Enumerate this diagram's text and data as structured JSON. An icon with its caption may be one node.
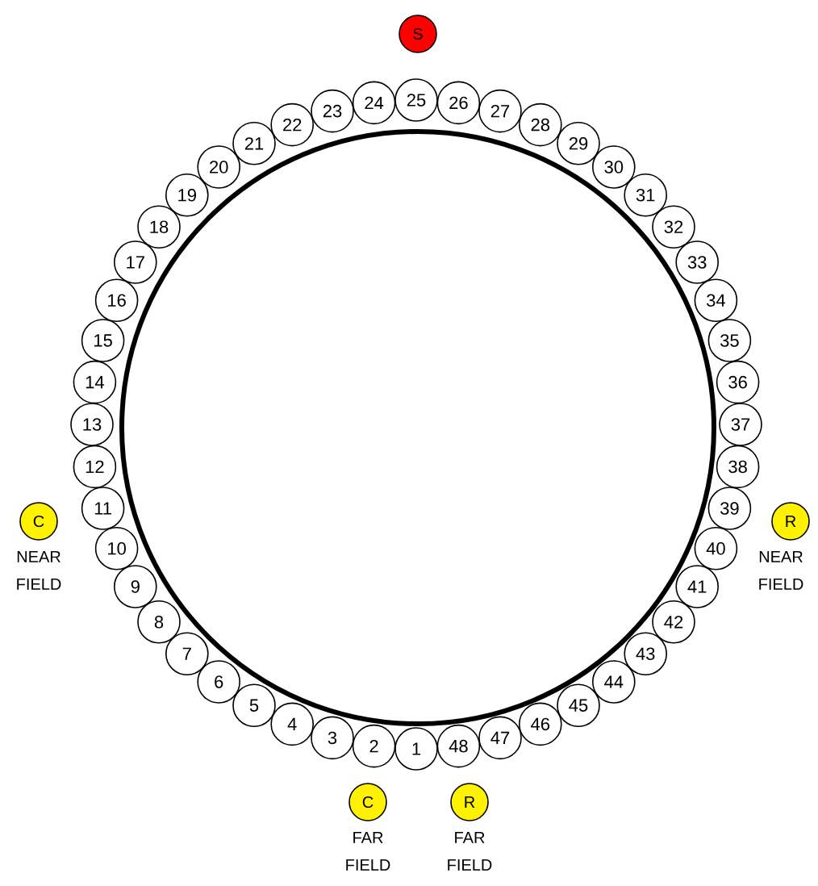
{
  "diagram": {
    "nodes": [
      {
        "text": [
          "S"
        ]
      },
      {
        "text": [],
        "shape": "circle"
      },
      {
        "text": [
          "1"
        ]
      },
      {
        "text": [
          "2"
        ]
      },
      {
        "text": [
          "3"
        ]
      },
      {
        "text": [
          "4"
        ]
      },
      {
        "text": [
          "5"
        ]
      },
      {
        "text": [
          "6"
        ]
      },
      {
        "text": [
          "7"
        ]
      },
      {
        "text": [
          "8"
        ]
      },
      {
        "text": [
          "9"
        ]
      },
      {
        "text": [
          "10"
        ]
      },
      {
        "text": [
          "11"
        ]
      },
      {
        "text": [
          "12"
        ]
      },
      {
        "text": [
          "13"
        ]
      },
      {
        "text": [
          "14"
        ]
      },
      {
        "text": [
          "15"
        ]
      },
      {
        "text": [
          "16"
        ]
      },
      {
        "text": [
          "17"
        ]
      },
      {
        "text": [
          "18"
        ]
      },
      {
        "text": [
          "19"
        ]
      },
      {
        "text": [
          "20"
        ]
      },
      {
        "text": [
          "21"
        ]
      },
      {
        "text": [
          "22"
        ]
      },
      {
        "text": [
          "23"
        ]
      },
      {
        "text": [
          "24"
        ]
      },
      {
        "text": [
          "25"
        ]
      },
      {
        "text": [
          "26"
        ]
      },
      {
        "text": [
          "27"
        ]
      },
      {
        "text": [
          "28"
        ]
      },
      {
        "text": [
          "29"
        ]
      },
      {
        "text": [
          "30"
        ]
      },
      {
        "text": [
          "31"
        ]
      },
      {
        "text": [
          "32"
        ]
      },
      {
        "text": [
          "33"
        ]
      },
      {
        "text": [
          "34"
        ]
      },
      {
        "text": [
          "35"
        ]
      },
      {
        "text": [
          "36"
        ]
      },
      {
        "text": [
          "37"
        ]
      },
      {
        "text": [
          "38"
        ]
      },
      {
        "text": [
          "39"
        ]
      },
      {
        "text": [
          "40"
        ]
      },
      {
        "text": [
          "41"
        ]
      },
      {
        "text": [
          "42"
        ]
      },
      {
        "text": [
          "43"
        ]
      },
      {
        "text": [
          "44"
        ]
      },
      {
        "text": [
          "45"
        ]
      },
      {
        "text": [
          "46"
        ]
      },
      {
        "text": [
          "47"
        ]
      },
      {
        "text": [
          "48"
        ]
      },
      {
        "text": [
          "C"
        ],
        "beside": [
          "NEAR FIELD"
        ]
      },
      {
        "text": [
          "R"
        ],
        "beside": [
          "NEAR FIELD"
        ]
      },
      {
        "text": [
          "C"
        ],
        "beside": [
          "FAR FIELD"
        ]
      },
      {
        "text": [
          "R"
        ],
        "beside": [
          "FAR FIELD"
        ]
      }
    ]
  }
}
